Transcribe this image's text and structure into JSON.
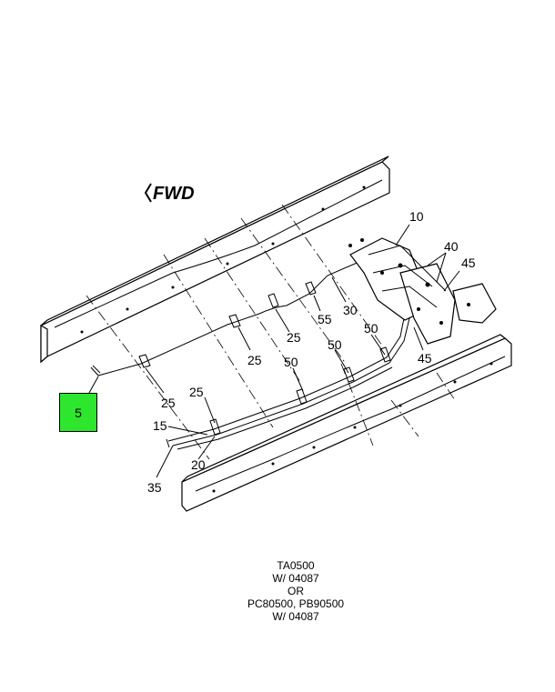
{
  "diagram": {
    "fwd_label": "FWD",
    "highlighted_callout": "5",
    "callouts": {
      "c10": "10",
      "c40": "40",
      "c45a": "45",
      "c30": "30",
      "c55": "55",
      "c25a": "25",
      "c25b": "25",
      "c25c": "25",
      "c25d": "25",
      "c50a": "50",
      "c50b": "50",
      "c50c": "50",
      "c45b": "45",
      "c15": "15",
      "c20": "20",
      "c35": "35"
    }
  },
  "caption": {
    "line1": "TA0500",
    "line2": "W/ 04087",
    "line3": "OR",
    "line4": "PC80500, PB90500",
    "line5": "W/ 04087"
  },
  "colors": {
    "highlight": "#2ee62e",
    "line": "#000000",
    "background": "#ffffff"
  }
}
